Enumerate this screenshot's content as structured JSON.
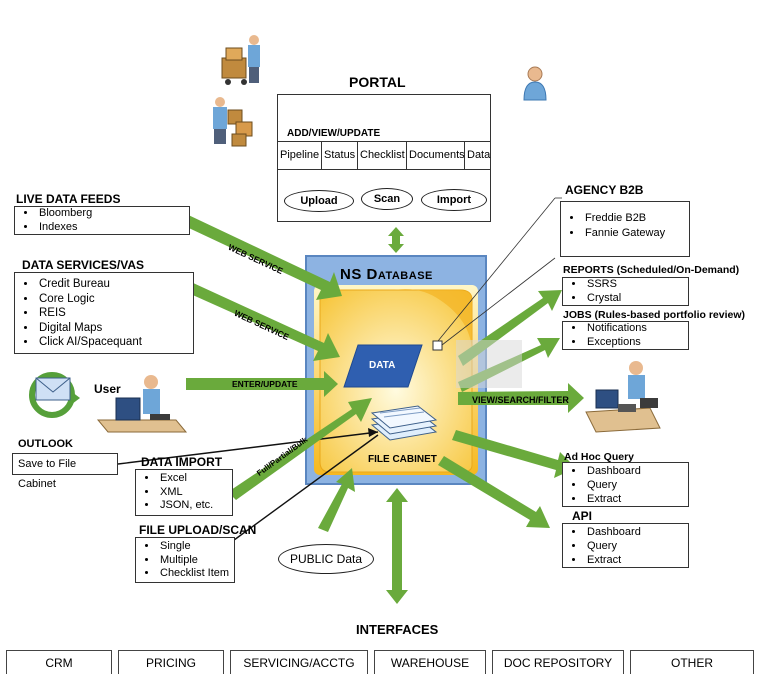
{
  "portal": {
    "title": "PORTAL",
    "subtitle": "ADD/VIEW/UPDATE",
    "tabs": [
      "Pipeline",
      "Status",
      "Checklist",
      "Documents",
      "Data"
    ],
    "buttons": [
      "Upload",
      "Scan",
      "Import"
    ]
  },
  "live_feeds": {
    "title": "LIVE DATA FEEDS",
    "items": [
      "Bloomberg",
      "Indexes"
    ]
  },
  "data_services": {
    "title": "DATA SERVICES/VAS",
    "items": [
      "Credit Bureau",
      "Core Logic",
      "REIS",
      "Digital Maps",
      "Click AI/Spacequant"
    ]
  },
  "arrow_labels": {
    "web_service_1": "WEB SERVICE",
    "web_service_2": "WEB SERVICE",
    "enter_update": "ENTER/UPDATE",
    "view_search": "VIEW/SEARCH/FILTER",
    "full_partial": "Full/Partial/Bulk"
  },
  "user_label": "User",
  "outlook": {
    "title": "OUTLOOK",
    "action": "Save to File Cabinet"
  },
  "data_import": {
    "title": "DATA IMPORT",
    "items": [
      "Excel",
      "XML",
      "JSON, etc."
    ]
  },
  "file_upload": {
    "title": "FILE UPLOAD/SCAN",
    "items": [
      "Single",
      "Multiple",
      "Checklist Item"
    ]
  },
  "public_data": "PUBLIC Data",
  "database": {
    "title": "NS Database",
    "data_label": "DATA",
    "cabinet_label": "FILE CABINET"
  },
  "agency": {
    "title": "AGENCY  B2B",
    "items": [
      "Freddie B2B",
      "Fannie Gateway"
    ]
  },
  "reports": {
    "title": "REPORTS (Scheduled/On-Demand)",
    "items": [
      "SSRS",
      "Crystal"
    ]
  },
  "jobs": {
    "title": "JOBS (Rules-based portfolio review)",
    "items": [
      "Notifications",
      "Exceptions"
    ]
  },
  "adhoc": {
    "title": "Ad Hoc Query",
    "items": [
      "Dashboard",
      "Query",
      "Extract"
    ]
  },
  "api": {
    "title": "API",
    "items": [
      "Dashboard",
      "Query",
      "Extract"
    ]
  },
  "interfaces": {
    "title": "INTERFACES",
    "items": [
      "CRM",
      "PRICING",
      "SERVICING/ACCTG",
      "WAREHOUSE",
      "DOC REPOSITORY",
      "OTHER"
    ]
  },
  "colors": {
    "arrow": "#6aaa3c",
    "db_frame": "#7ba7d9",
    "db_fill": "#f8c53a",
    "data_shape": "#2f5fb0"
  }
}
